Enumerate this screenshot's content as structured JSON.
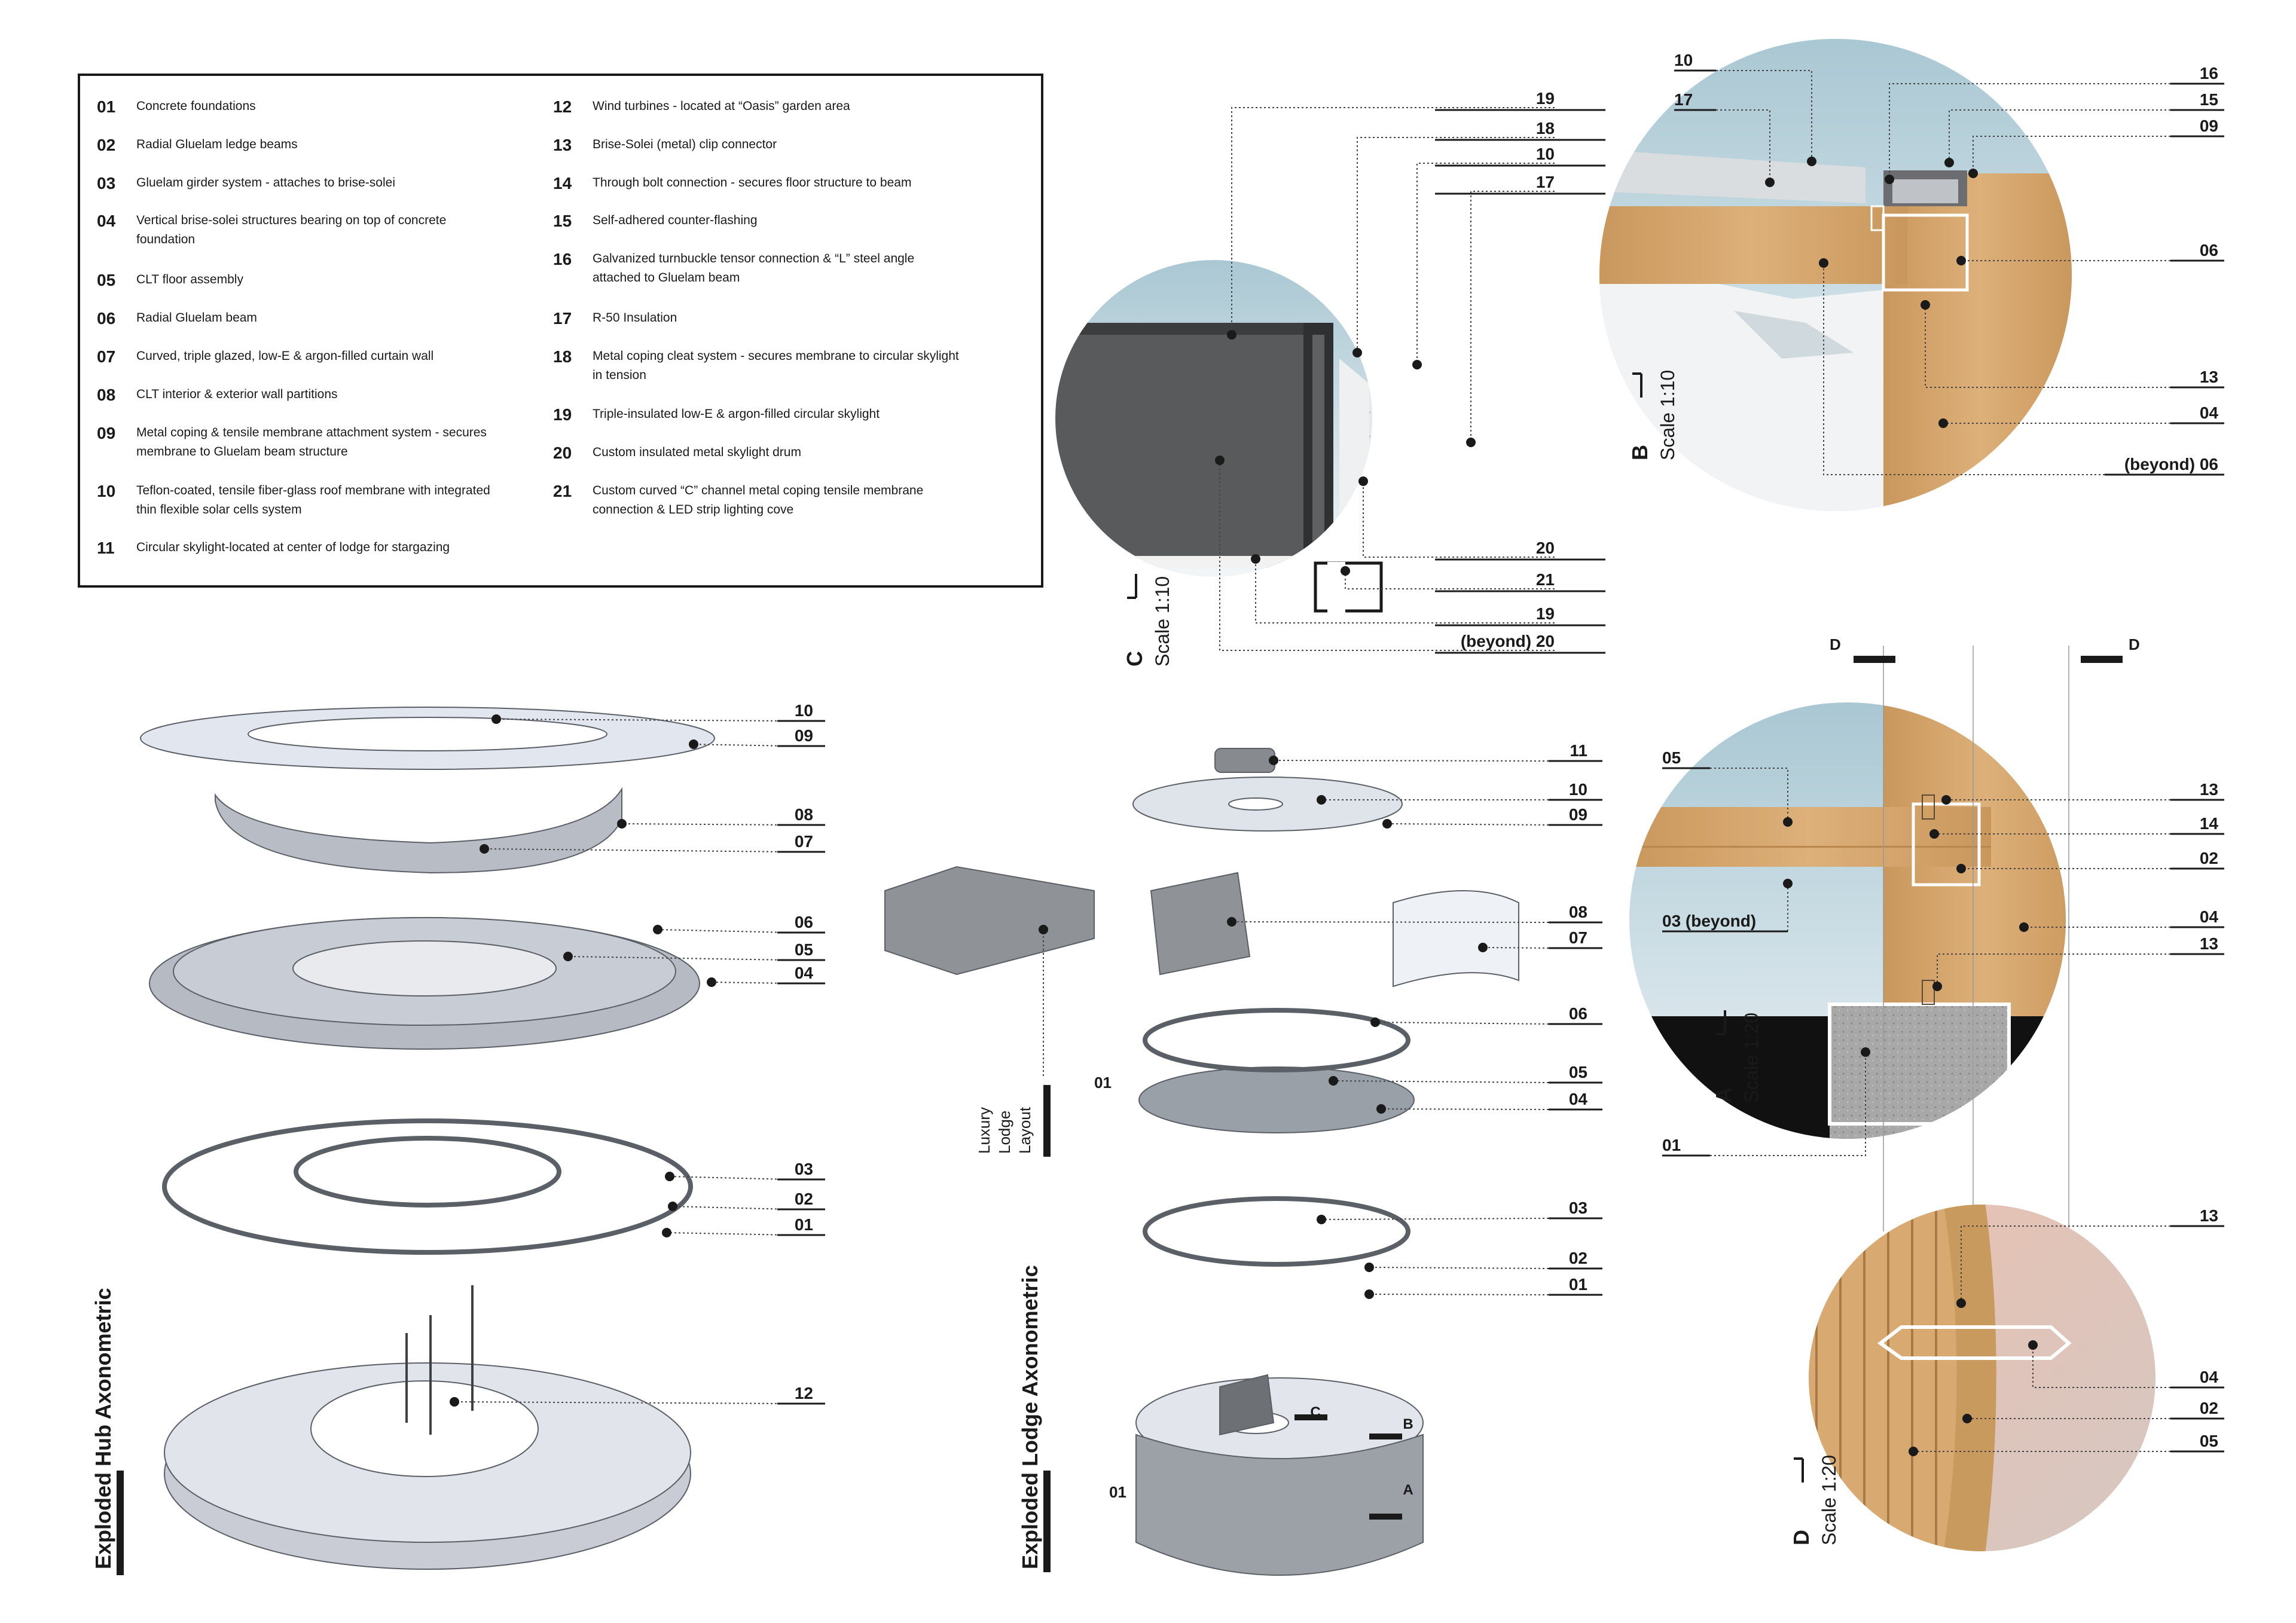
{
  "legend": {
    "items": [
      {
        "num": "01",
        "text": "Concrete foundations"
      },
      {
        "num": "02",
        "text": "Radial Gluelam ledge beams"
      },
      {
        "num": "03",
        "text": "Gluelam girder system - attaches to brise-solei"
      },
      {
        "num": "04",
        "text": "Vertical brise-solei structures bearing on top of concrete foundation"
      },
      {
        "num": "05",
        "text": "CLT floor assembly"
      },
      {
        "num": "06",
        "text": "Radial Gluelam beam"
      },
      {
        "num": "07",
        "text": "Curved, triple glazed, low-E & argon-filled curtain wall"
      },
      {
        "num": "08",
        "text": "CLT interior & exterior wall partitions"
      },
      {
        "num": "09",
        "text": "Metal coping & tensile membrane attachment system - secures membrane to Gluelam beam structure"
      },
      {
        "num": "10",
        "text": "Teflon-coated, tensile fiber-glass roof membrane with integrated thin flexible solar cells system"
      },
      {
        "num": "11",
        "text": "Circular skylight-located at center of lodge for stargazing"
      },
      {
        "num": "12",
        "text": "Wind turbines - located at “Oasis” garden area"
      },
      {
        "num": "13",
        "text": "Brise-Solei (metal) clip connector"
      },
      {
        "num": "14",
        "text": "Through bolt connection - secures floor structure to beam"
      },
      {
        "num": "15",
        "text": "Self-adhered counter-flashing"
      },
      {
        "num": "16",
        "text": "Galvanized turnbuckle tensor connection & “L” steel angle attached to Gluelam beam"
      },
      {
        "num": "17",
        "text": "R-50 Insulation"
      },
      {
        "num": "18",
        "text": "Metal coping cleat system - secures membrane to circular skylight in tension"
      },
      {
        "num": "19",
        "text": "Triple-insulated low-E & argon-filled circular skylight"
      },
      {
        "num": "20",
        "text": "Custom insulated metal skylight drum"
      },
      {
        "num": "21",
        "text": "Custom curved “C” channel metal coping tensile membrane connection & LED strip lighting cove"
      }
    ]
  },
  "titles": {
    "hub": "Exploded Hub Axonometric",
    "lodge": "Exploded Lodge Axonometric",
    "lodge_layout": [
      "Luxury",
      "Lodge",
      "Layout"
    ]
  },
  "details": {
    "c": {
      "letter": "C",
      "scale": "Scale 1:10"
    },
    "b": {
      "letter": "B",
      "scale": "Scale 1:10"
    },
    "a": {
      "letter": "A",
      "scale": "Scale 1:20"
    },
    "d": {
      "letter": "D",
      "scale": "Scale 1:20"
    },
    "section_d_marker": "D"
  },
  "callouts": {
    "c": [
      "19",
      "18",
      "10",
      "17",
      "20",
      "21",
      "19",
      "(beyond) 20"
    ],
    "b": [
      "10",
      "17",
      "16",
      "15",
      "09",
      "06",
      "13",
      "04",
      "(beyond) 06"
    ],
    "a": [
      "05",
      "03 (beyond)",
      "01",
      "13",
      "14",
      "02",
      "04",
      "13"
    ],
    "d": [
      "13",
      "04",
      "02",
      "05"
    ],
    "hub": [
      "10",
      "09",
      "08",
      "07",
      "06",
      "05",
      "04",
      "03",
      "02",
      "01",
      "12"
    ],
    "lodge": [
      "11",
      "10",
      "09",
      "08",
      "07",
      "06",
      "05",
      "04",
      "03",
      "02",
      "01"
    ],
    "lodge_section_markers": [
      "C",
      "B",
      "A"
    ],
    "unit_label": "01"
  },
  "colors": {
    "ink": "#1a1a1a",
    "sky_top": "#a9c7d3",
    "wood": "#cf9e62",
    "concrete": "#a6a6a6",
    "membrane": "#eef1f6",
    "grey_model": "#c9ccd2"
  }
}
